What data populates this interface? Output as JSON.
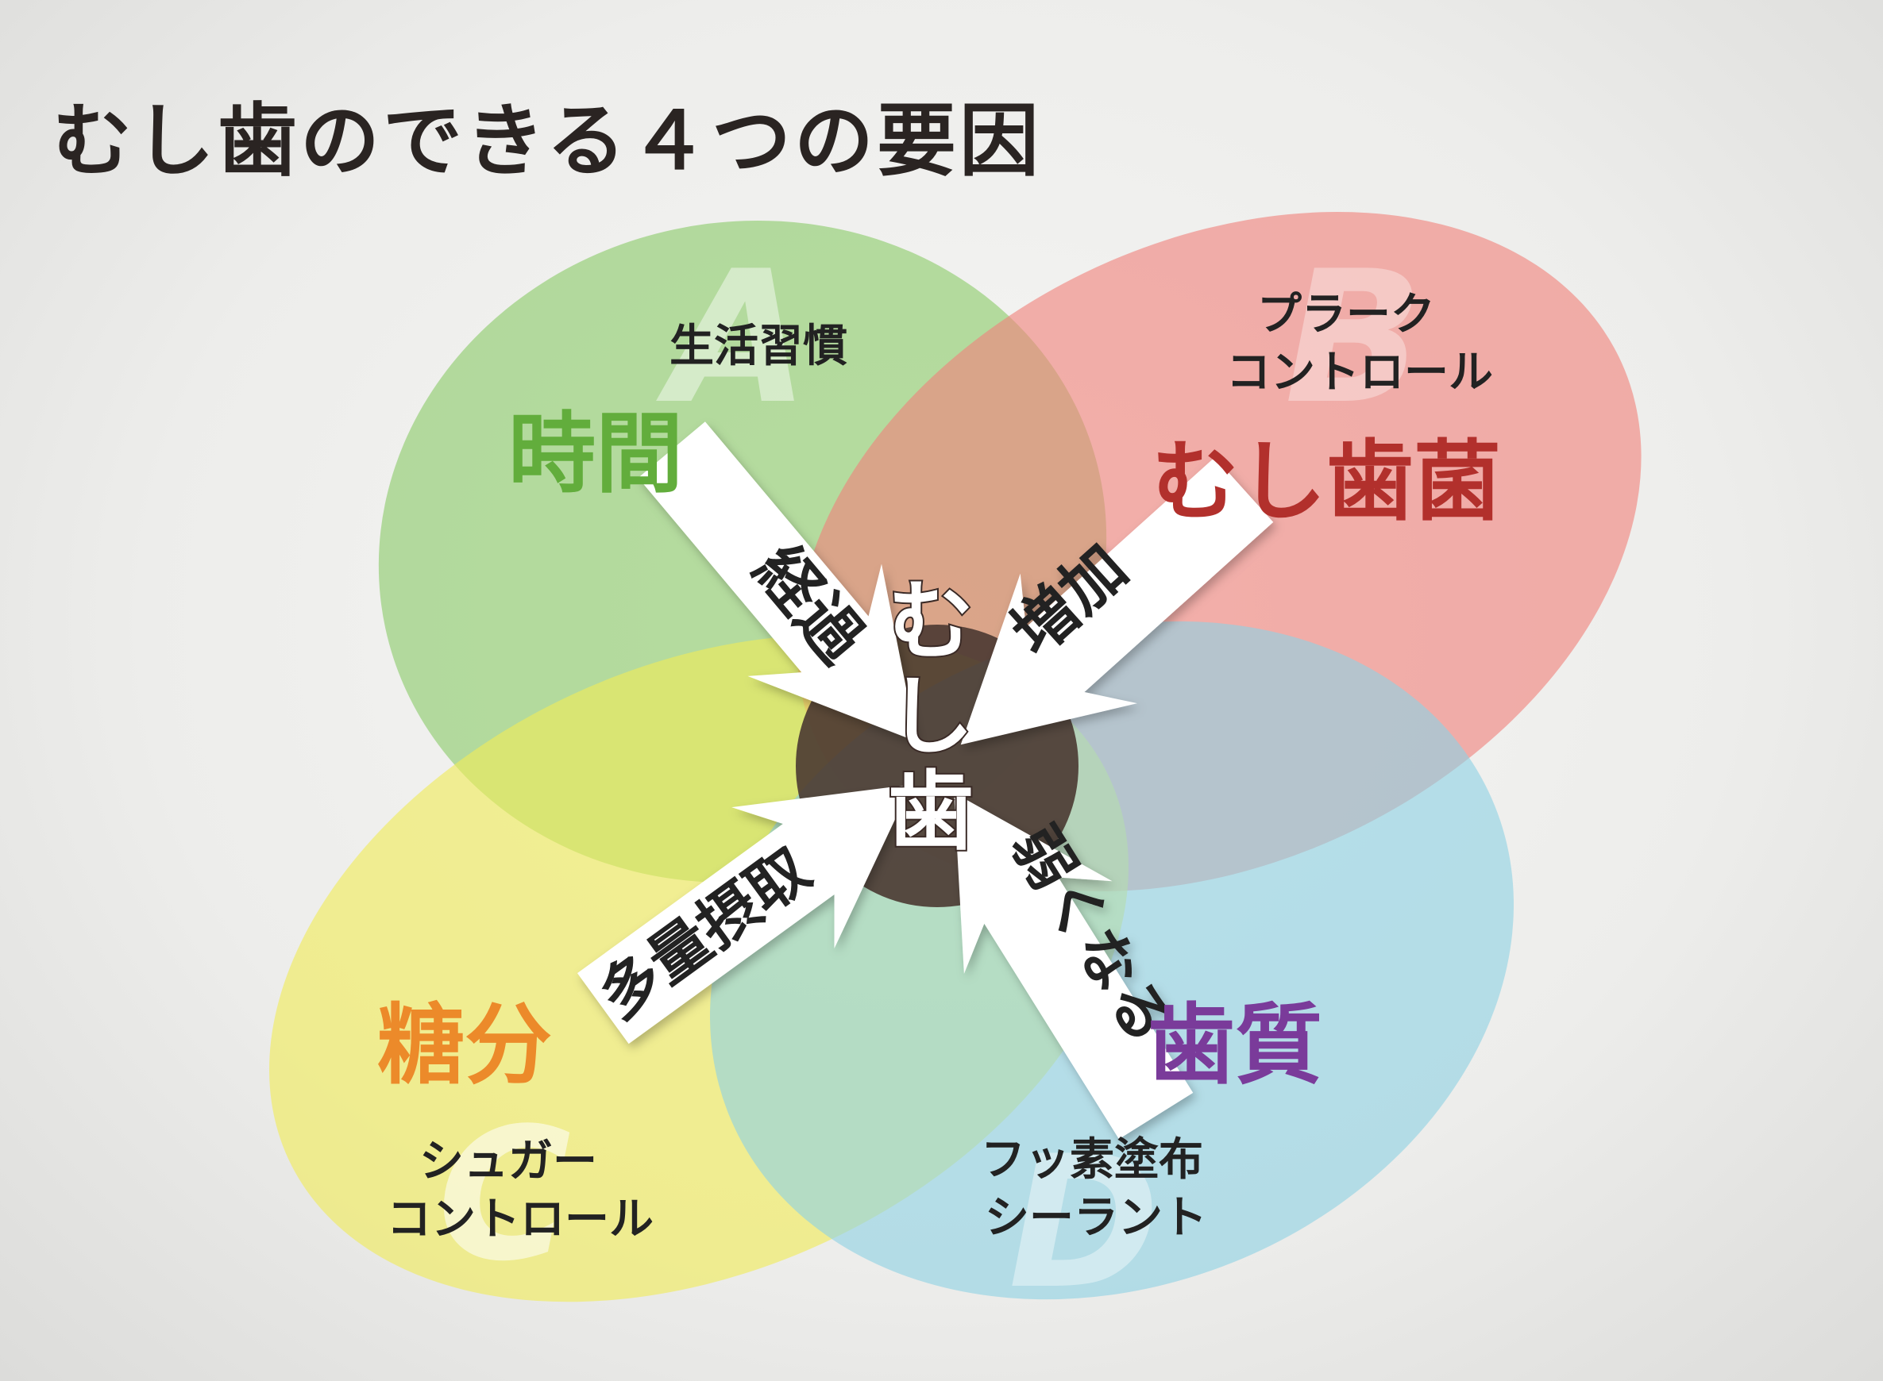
{
  "title": "むし歯のできる４つの要因",
  "center": {
    "label_line1": "む",
    "label_line2": "し",
    "label_line3": "歯",
    "fill_color": "#4a3832"
  },
  "factors": {
    "a": {
      "letter": "A",
      "name": "時間",
      "sub_line1": "生活習慣",
      "arrow_label": "経過",
      "fill_color": "#8ccc6a",
      "name_color": "#62ad3c"
    },
    "b": {
      "letter": "B",
      "name": "むし歯菌",
      "sub_line1": "プラーク",
      "sub_line2": "コントロール",
      "arrow_label": "増加",
      "fill_color": "#f1837c",
      "name_color": "#b2302c"
    },
    "c": {
      "letter": "C",
      "name": "糖分",
      "sub_line1": "シュガー",
      "sub_line2": "コントロール",
      "arrow_label": "多量摂取",
      "fill_color": "#f1ec58",
      "name_color": "#ec8a2a"
    },
    "d": {
      "letter": "D",
      "name": "歯質",
      "sub_line1": "フッ素塗布",
      "sub_line2": "シーラント",
      "arrow_label": "弱くなる",
      "fill_color": "#8fd2e4",
      "name_color": "#7a3b9a"
    }
  },
  "colors": {
    "arrow_fill": "#ffffff",
    "sub_text": "#222222",
    "center_text": "#ffffff",
    "center_outline": "#3a2a26"
  }
}
